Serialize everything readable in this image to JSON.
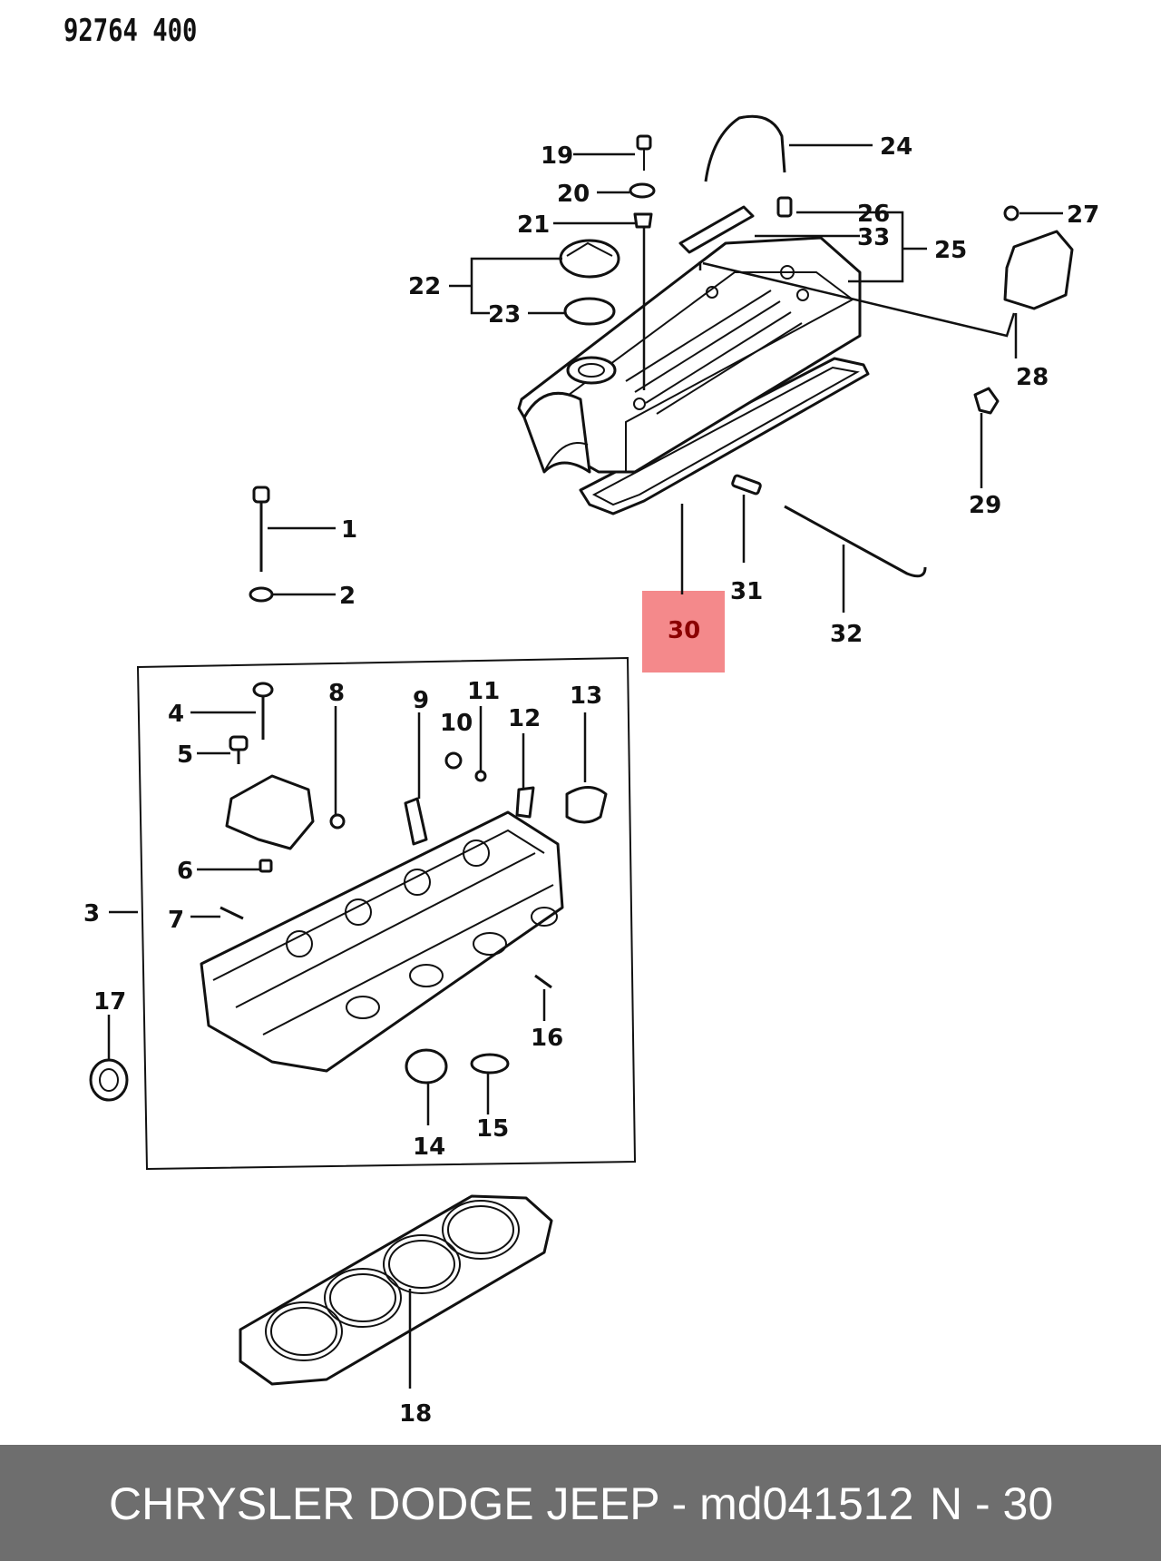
{
  "doc_id": "92764 400",
  "callouts": {
    "c1": "1",
    "c2": "2",
    "c3": "3",
    "c4": "4",
    "c5": "5",
    "c6": "6",
    "c7": "7",
    "c8": "8",
    "c9": "9",
    "c10": "10",
    "c11": "11",
    "c12": "12",
    "c13": "13",
    "c14": "14",
    "c15": "15",
    "c16": "16",
    "c17": "17",
    "c18": "18",
    "c19": "19",
    "c20": "20",
    "c21": "21",
    "c22": "22",
    "c23": "23",
    "c24": "24",
    "c25": "25",
    "c26": "26",
    "c27": "27",
    "c28": "28",
    "c29": "29",
    "c30": "30",
    "c31": "31",
    "c32": "32",
    "c33": "33"
  },
  "highlight": {
    "color": "#f4898b",
    "part": "30"
  },
  "footer": {
    "part_text": "CHRYSLER DODGE JEEP - md041512",
    "ref_text": "N - 30",
    "background": "#6e6e6e"
  }
}
